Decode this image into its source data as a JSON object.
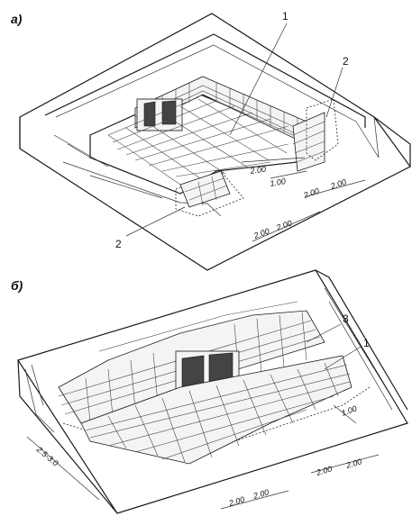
{
  "figure_a": {
    "label": "а)",
    "callouts": [
      "1",
      "2",
      "2"
    ],
    "dims": [
      "2.00",
      "1.00",
      "2.00",
      "2.00",
      "2.00",
      "2.00"
    ]
  },
  "figure_b": {
    "label": "б)",
    "callouts": [
      "3",
      "1"
    ],
    "dims": [
      "1.00",
      "2.5-3.0",
      "2.00",
      "2.00",
      "2.00",
      "2.00"
    ]
  }
}
